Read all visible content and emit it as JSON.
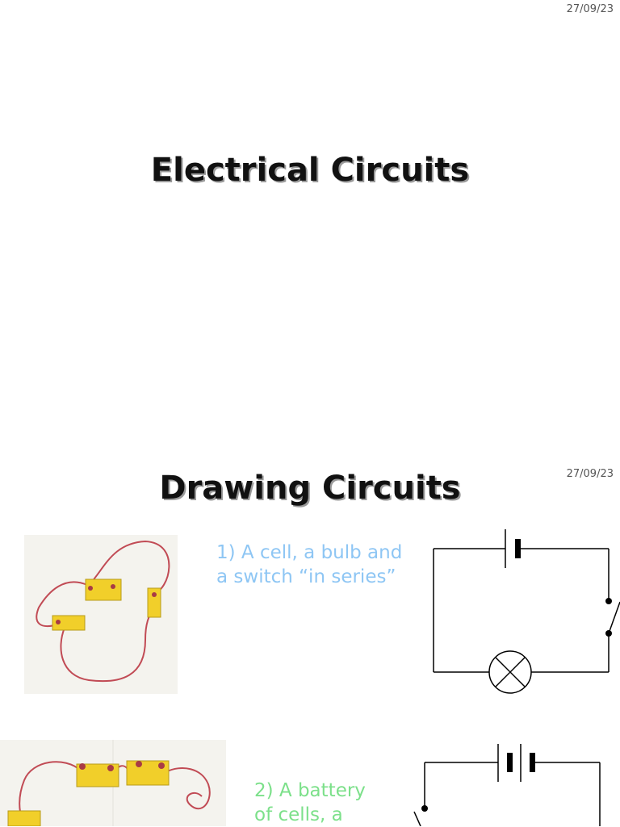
{
  "slide1": {
    "date": "27/09/23",
    "title": "Electrical Circuits"
  },
  "slide2": {
    "date": "27/09/23",
    "title": "Drawing Circuits",
    "item1": {
      "caption_line1": "1)  A cell, a bulb and",
      "caption_line2": "a switch “in series”",
      "color": "#8ec6f4"
    },
    "item2": {
      "caption_line1": "2)  A battery",
      "caption_line2": "of cells, a",
      "color": "#7ce08a"
    }
  }
}
